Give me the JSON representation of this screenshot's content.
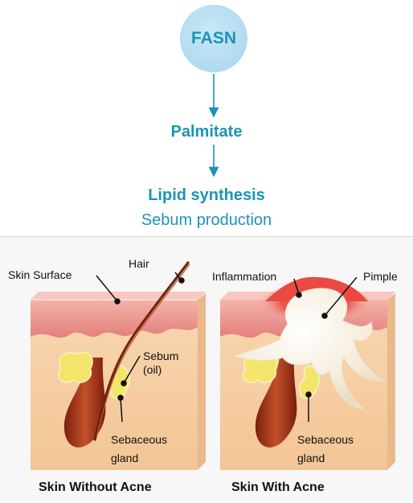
{
  "top": {
    "fasn": "FASN",
    "palmitate": "Palmitate",
    "lipid": "Lipid synthesis",
    "sebum": "Sebum production"
  },
  "left_panel": {
    "skin_surface": "Skin Surface",
    "hair": "Hair",
    "sebum_line1": "Sebum",
    "sebum_line2": "(oil)",
    "gland_line1": "Sebaceous",
    "gland_line2": "gland",
    "caption": "Skin Without Acne"
  },
  "right_panel": {
    "inflammation": "Inflammation",
    "pimple": "Pimple",
    "gland_line1": "Sebaceous",
    "gland_line2": "gland",
    "caption": "Skin With Acne"
  },
  "colors": {
    "accent": "#1d93b8",
    "circle": "#b4dcf0",
    "skin": "#f6cfa4",
    "epidermis": "#e9908c",
    "hair": "#9b3a18",
    "gland": "#f2e56a",
    "pus": "#f6efe0",
    "inflammation": "#e23a34"
  }
}
